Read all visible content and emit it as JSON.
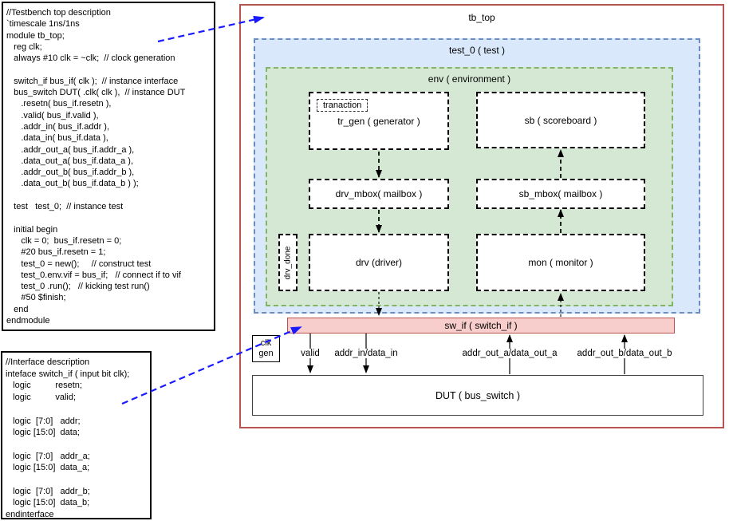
{
  "code": {
    "testbench": "//Testbench top description\n`timescale 1ns/1ns\nmodule tb_top;\n   reg clk;\n   always #10 clk = ~clk;  // clock generation\n\n   switch_if bus_if( clk );  // instance interface\n   bus_switch DUT( .clk( clk ),  // instance DUT\n      .resetn( bus_if.resetn ),\n      .valid( bus_if.valid ),\n      .addr_in( bus_if.addr ),\n      .data_in( bus_if.data ),\n      .addr_out_a( bus_if.addr_a ),\n      .data_out_a( bus_if.data_a ),\n      .addr_out_b( bus_if.addr_b ),\n      .data_out_b( bus_if.data_b ) );\n\n   test   test_0;  // instance test\n\n   initial begin\n      clk = 0;  bus_if.resetn = 0;\n      #20 bus_if.resetn = 1;\n      test_0 = new();     // construct test\n      test_0.env.vif = bus_if;   // connect if to vif\n      test_0 .run();   // kicking test run()\n      #50 $finish;\n   end\nendmodule",
    "interface": "//Interface description\ninteface switch_if ( input bit clk);\n   logic          resetn;\n   logic          valid;\n\n   logic  [7:0]   addr;\n   logic [15:0]  data;\n\n   logic  [7:0]   addr_a;\n   logic [15:0]  data_a;\n\n   logic  [7:0]   addr_b;\n   logic [15:0]  data_b;\nendinterface"
  },
  "diagram": {
    "tb_top_label": "tb_top",
    "test_label": "test_0 ( test )",
    "env_label": "env ( environment )",
    "transaction_label": "tranaction",
    "tr_gen_label": "tr_gen ( generator )",
    "sb_label": "sb ( scoreboard )",
    "drv_mbox_label": "drv_mbox( mailbox )",
    "sb_mbox_label": "sb_mbox( mailbox )",
    "drv_label": "drv (driver)",
    "mon_label": "mon ( monitor )",
    "drv_done_label": "drv_done",
    "sw_if_label": "sw_if ( switch_if )",
    "clk_gen_line1": "clk",
    "clk_gen_line2": "gen",
    "dut_label": "DUT ( bus_switch )",
    "signals": {
      "valid": "valid",
      "addr_in": "addr_in/data_in",
      "addr_out_a": "addr_out_a/data_out_a",
      "addr_out_b": "addr_out_b/data_out_b"
    }
  },
  "colors": {
    "tb_top_border": "#b85450",
    "test_fill": "#dae8fc",
    "test_border": "#6c8ebf",
    "env_fill": "#d5e8d4",
    "env_border": "#82b366",
    "sw_if_fill": "#f8cecc",
    "sw_if_border": "#b85450",
    "pointer_arrow_blue": "#1a1aff",
    "block_border": "#000000"
  }
}
